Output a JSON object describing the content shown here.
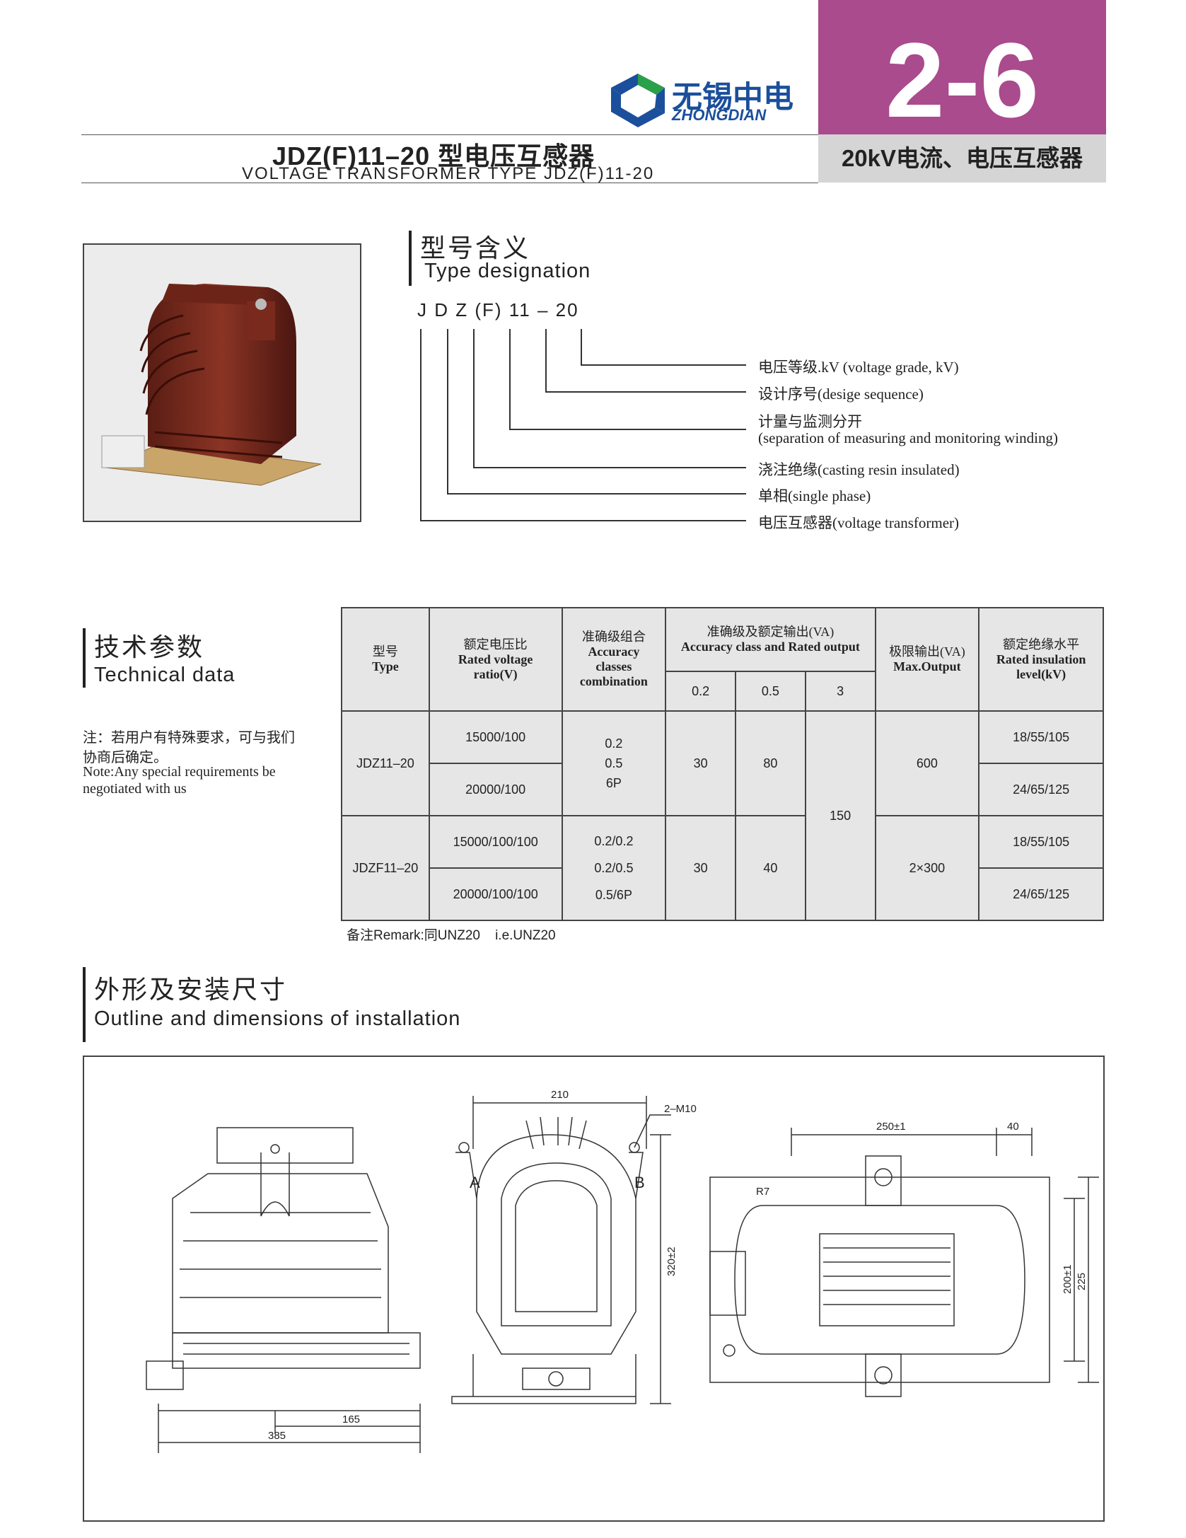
{
  "header": {
    "logo_cn": "无锡中电",
    "logo_en": "ZHONGDIAN",
    "section_number": "2-6",
    "section_subtitle": "20kV电流、电压互感器",
    "title_cn": "JDZ(F)11–20 型电压互感器",
    "title_en": "VOLTAGE TRANSFORMER TYPE JDZ(F)11-20"
  },
  "designation": {
    "heading_cn": "型号含义",
    "heading_en": "Type designation",
    "code": "J D Z (F) 11 – 20",
    "items": [
      "电压等级.kV (voltage grade, kV)",
      "设计序号(desige sequence)",
      "计量与监测分开",
      "(separation of measuring and monitoring winding)",
      "浇注绝缘(casting resin insulated)",
      "单相(single phase)",
      "电压互感器(voltage transformer)"
    ]
  },
  "tech": {
    "heading_cn": "技术参数",
    "heading_en": "Technical data",
    "note_cn_1": "注：若用户有特殊要求，可与我们",
    "note_cn_2": "协商后确定。",
    "note_en_1": "Note:Any special requirements be",
    "note_en_2": "negotiated with us",
    "table": {
      "h_type_cn": "型号",
      "h_type_en": "Type",
      "h_ratio_cn": "额定电压比",
      "h_ratio_en1": "Rated voltage",
      "h_ratio_en2": "ratio(V)",
      "h_acc_cn": "准确级组合",
      "h_acc_en1": "Accuracy",
      "h_acc_en2": "classes",
      "h_acc_en3": "combination",
      "h_out_cn": "准确级及额定输出(VA)",
      "h_out_en": "Accuracy class and Rated output",
      "h_c1": "0.2",
      "h_c2": "0.5",
      "h_c3": "3",
      "h_max_cn": "极限输出(VA)",
      "h_max_en": "Max.Output",
      "h_ins_cn": "额定绝缘水平",
      "h_ins_en1": "Rated insulation",
      "h_ins_en2": "level(kV)",
      "r1_type": "JDZ11–20",
      "r1_ratio_a": "15000/100",
      "r1_ratio_b": "20000/100",
      "r1_acc_a": "0.2",
      "r1_acc_b": "0.5",
      "r1_acc_c": "6P",
      "r1_v02": "30",
      "r1_v05": "80",
      "v3": "150",
      "r1_max": "600",
      "r1_ins_a": "18/55/105",
      "r1_ins_b": "24/65/125",
      "r2_type": "JDZF11–20",
      "r2_ratio_a": "15000/100/100",
      "r2_ratio_b": "20000/100/100",
      "r2_acc_a": "0.2/0.2",
      "r2_acc_b": "0.2/0.5",
      "r2_acc_c": "0.5/6P",
      "r2_v02": "30",
      "r2_v05": "40",
      "r2_max": "2×300",
      "r2_ins_a": "18/55/105",
      "r2_ins_b": "24/65/125"
    },
    "remark": "备注Remark:同UNZ20    i.e.UNZ20"
  },
  "outline": {
    "heading_cn": "外形及安装尺寸",
    "heading_en": "Outline and dimensions of installation",
    "dims": {
      "d385": "385",
      "d165": "165",
      "d210": "210",
      "d2m10": "2–M10",
      "a": "A",
      "b": "B",
      "d320": "320±2",
      "d250": "250±1",
      "d40": "40",
      "r7": "R7",
      "d200": "200±1",
      "d225": "225"
    }
  },
  "colors": {
    "badge": "#a94b8d",
    "badge_sub": "#d5d5d5",
    "logo": "#1b4f9c",
    "table_bg": "#e6e6e6"
  }
}
